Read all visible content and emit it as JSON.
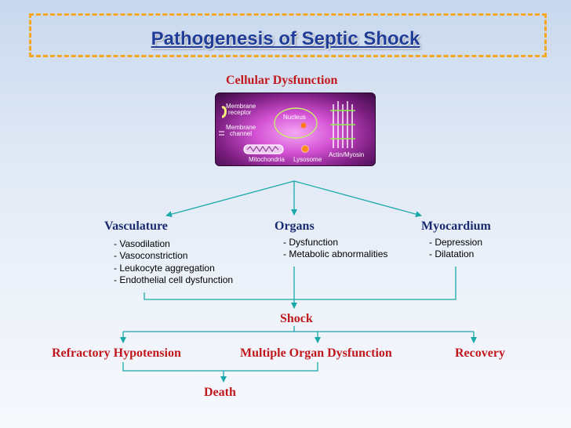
{
  "title": "Pathogenesis of Septic Shock",
  "cellular_dysfunction": {
    "heading": "Cellular Dysfunction",
    "labels": {
      "membrane_receptor": "Membrane receptor",
      "membrane_receptor_1": "Membrane",
      "membrane_receptor_2": "receptor",
      "membrane_channel_1": "Membrane",
      "membrane_channel_2": "channel",
      "nucleus": "Nucleus",
      "mitochondria": "Mitochondria",
      "lysosome": "Lysosome",
      "actin_myosin": "Actin/Myosin"
    }
  },
  "branches": [
    {
      "heading": "Vasculature",
      "items": [
        "- Vasodilation",
        "- Vasoconstriction",
        "- Leukocyte aggregation",
        "- Endothelial cell dysfunction"
      ]
    },
    {
      "heading": "Organs",
      "items": [
        "- Dysfunction",
        "- Metabolic abnormalities"
      ]
    },
    {
      "heading": "Myocardium",
      "items": [
        "- Depression",
        "- Dilatation"
      ]
    }
  ],
  "shock": "Shock",
  "outcomes": [
    "Refractory Hypotension",
    "Multiple Organ Dysfunction",
    "Recovery"
  ],
  "death": "Death",
  "colors": {
    "title": "#1f3d99",
    "heading_red": "#c0181c",
    "heading_navy": "#1a2a70",
    "connector": "#1aa8a8",
    "title_border": "#f5a623",
    "cell": "#c040c8"
  }
}
